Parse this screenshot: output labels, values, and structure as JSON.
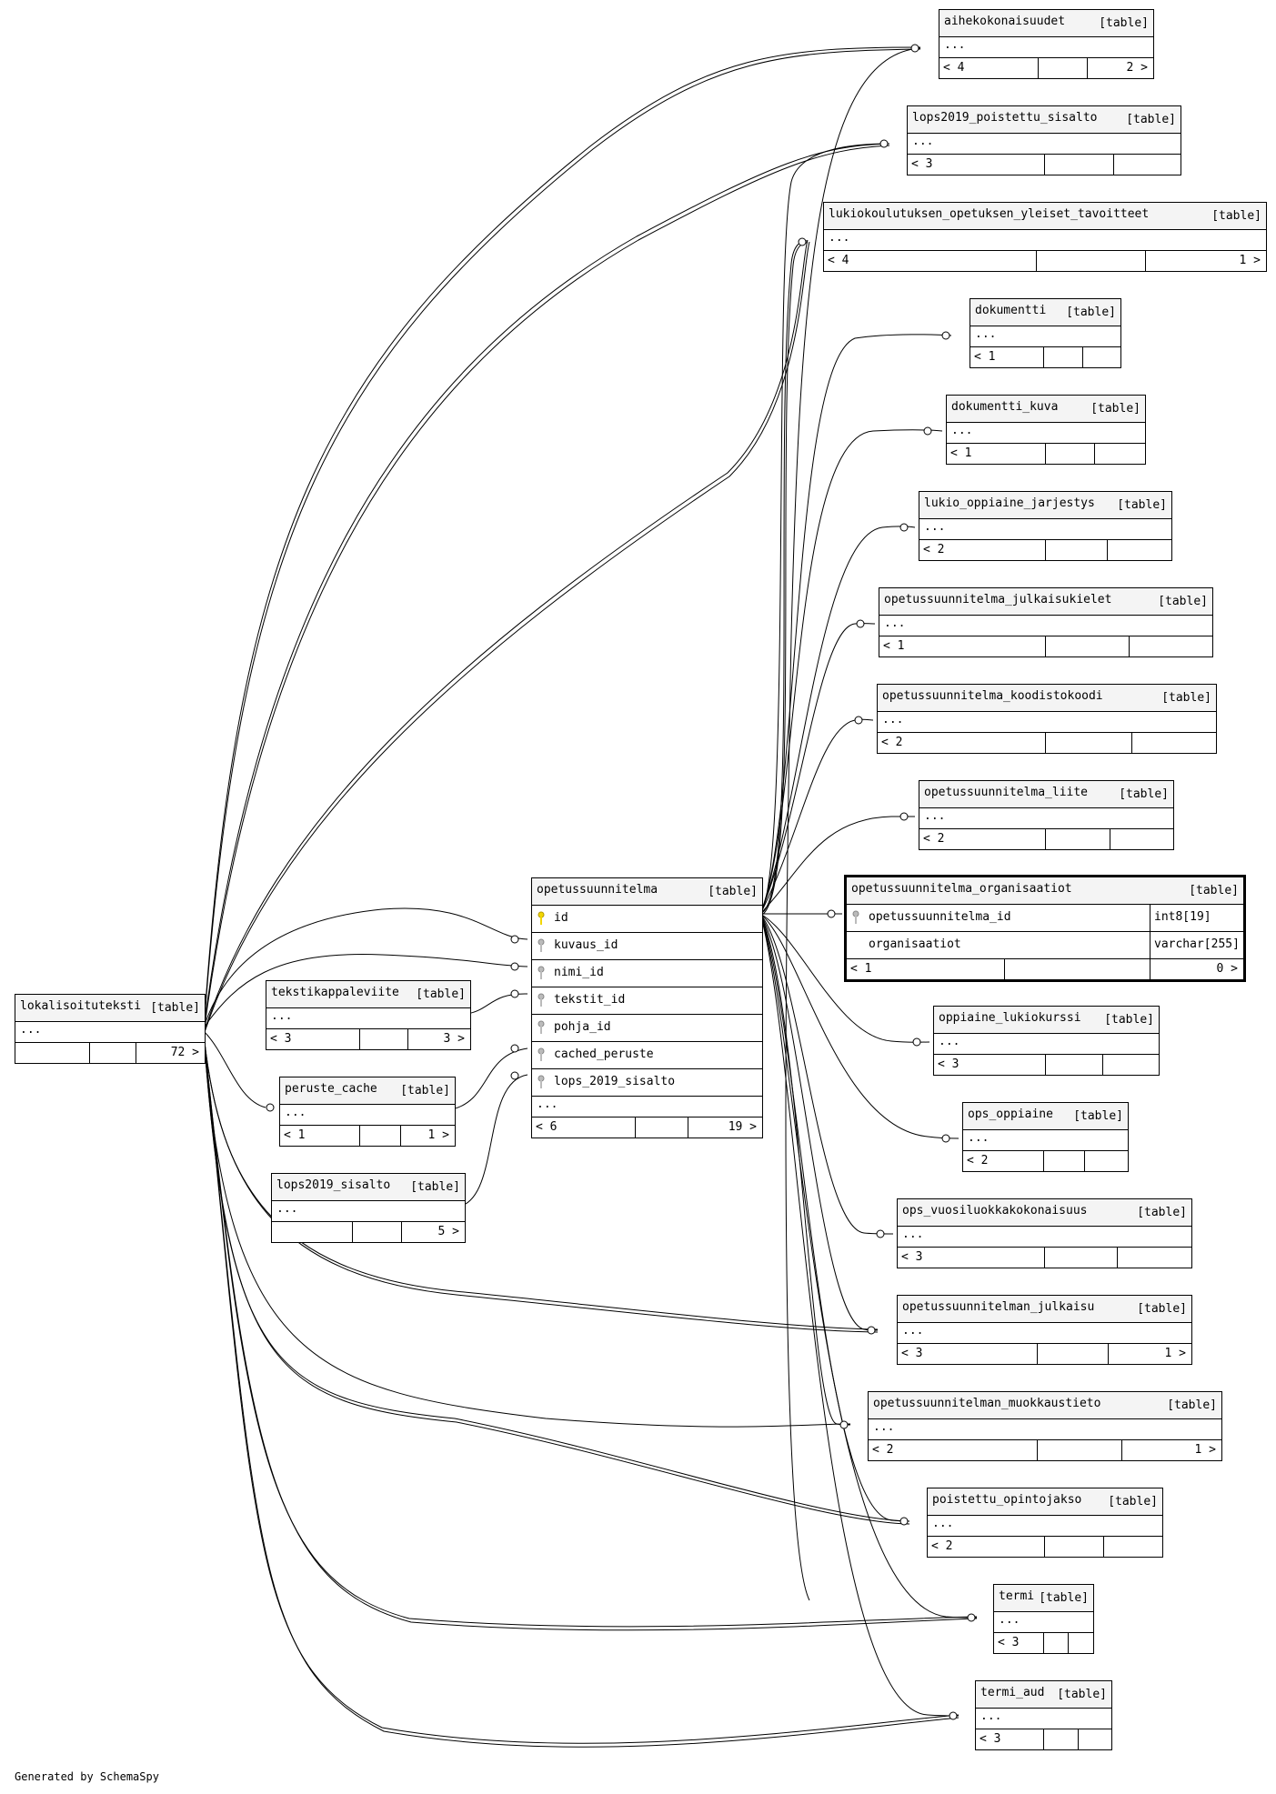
{
  "diagram": {
    "credit": "Generated by SchemaSpy",
    "kind_label": "[table]",
    "ellipsis": "...",
    "tables": {
      "aihekokonaisuudet": {
        "name": "aihekokonaisuudet",
        "left": "< 4",
        "right": "2 >"
      },
      "lops2019_poistettu_sisalto": {
        "name": "lops2019_poistettu_sisalto",
        "left": "< 3",
        "right": ""
      },
      "lukiokoulutuksen": {
        "name": "lukiokoulutuksen_opetuksen_yleiset_tavoitteet",
        "left": "< 4",
        "right": "1 >"
      },
      "dokumentti": {
        "name": "dokumentti",
        "left": "< 1",
        "right": ""
      },
      "dokumentti_kuva": {
        "name": "dokumentti_kuva",
        "left": "< 1",
        "right": ""
      },
      "lukio_oppiaine_jarjestys": {
        "name": "lukio_oppiaine_jarjestys",
        "left": "< 2",
        "right": ""
      },
      "ops_julkaisukielet": {
        "name": "opetussuunnitelma_julkaisukielet",
        "left": "< 1",
        "right": ""
      },
      "ops_koodistokoodi": {
        "name": "opetussuunnitelma_koodistokoodi",
        "left": "< 2",
        "right": ""
      },
      "ops_liite": {
        "name": "opetussuunnitelma_liite",
        "left": "< 2",
        "right": ""
      },
      "ops_organisaatiot": {
        "name": "opetussuunnitelma_organisaatiot",
        "left": "< 1",
        "right": "0 >",
        "columns": [
          {
            "name": "opetussuunnitelma_id",
            "type": "int8[19]",
            "key": "fk"
          },
          {
            "name": "organisaatiot",
            "type": "varchar[255]",
            "key": ""
          }
        ]
      },
      "oppiaine_lukiokurssi": {
        "name": "oppiaine_lukiokurssi",
        "left": "< 3",
        "right": ""
      },
      "ops_oppiaine": {
        "name": "ops_oppiaine",
        "left": "< 2",
        "right": ""
      },
      "ops_vuosiluokkakokonaisuus": {
        "name": "ops_vuosiluokkakokonaisuus",
        "left": "< 3",
        "right": ""
      },
      "ops_julkaisu": {
        "name": "opetussuunnitelman_julkaisu",
        "left": "< 3",
        "right": "1 >"
      },
      "ops_muokkaustieto": {
        "name": "opetussuunnitelman_muokkaustieto",
        "left": "< 2",
        "right": "1 >"
      },
      "poistettu_opintojakso": {
        "name": "poistettu_opintojakso",
        "left": "< 2",
        "right": ""
      },
      "termi": {
        "name": "termi",
        "left": "< 3",
        "right": ""
      },
      "termi_aud": {
        "name": "termi_aud",
        "left": "< 3",
        "right": ""
      },
      "opetussuunnitelma": {
        "name": "opetussuunnitelma",
        "left": "< 6",
        "right": "19 >",
        "columns": [
          {
            "name": "id",
            "key": "pk"
          },
          {
            "name": "kuvaus_id",
            "key": "fk"
          },
          {
            "name": "nimi_id",
            "key": "fk"
          },
          {
            "name": "tekstit_id",
            "key": "fk"
          },
          {
            "name": "pohja_id",
            "key": "fk"
          },
          {
            "name": "cached_peruste",
            "key": "fk"
          },
          {
            "name": "lops_2019_sisalto",
            "key": "fk"
          }
        ]
      },
      "tekstikappaleviite": {
        "name": "tekstikappaleviite",
        "left": "< 3",
        "right": "3 >"
      },
      "peruste_cache": {
        "name": "peruste_cache",
        "left": "< 1",
        "right": "1 >"
      },
      "lops2019_sisalto": {
        "name": "lops2019_sisalto",
        "left": "",
        "right": "5 >"
      },
      "lokalisoituteksti": {
        "name": "lokalisoituteksti",
        "left": "",
        "right": "72 >"
      }
    }
  }
}
